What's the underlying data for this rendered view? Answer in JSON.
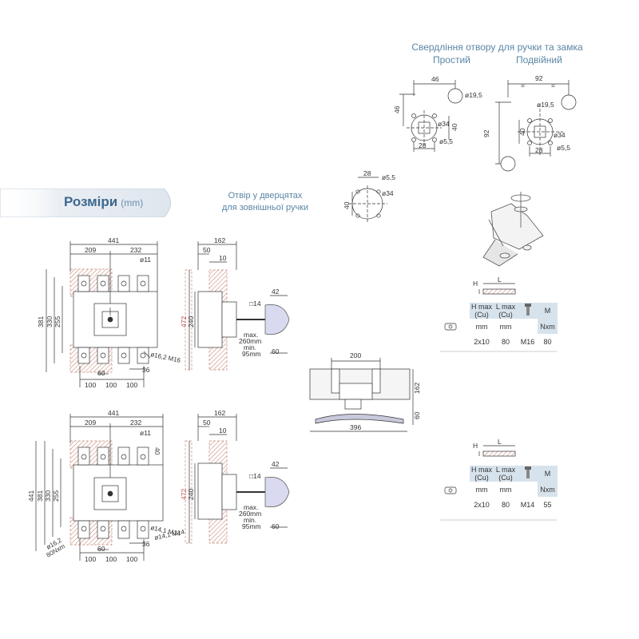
{
  "header": {
    "title": "Свердління отвору для ручки та замка",
    "simple": "Простий",
    "double": "Подвійний"
  },
  "banner": {
    "title": "Розміри",
    "unit": "(mm)"
  },
  "door_caption": {
    "line1": "Отвір у дверцятах",
    "line2": "для зовнішньої ручки"
  },
  "drill_simple": {
    "d46w": "46",
    "d46h": "46",
    "d19": "ø19,5",
    "d34": "ø34",
    "d40": "40",
    "d28": "28",
    "d55": "ø5,5"
  },
  "drill_double": {
    "d92w": "92",
    "d92h": "92",
    "d19": "ø19,5",
    "d34": "ø34",
    "d40": "40",
    "d28": "28",
    "d55": "ø5,5",
    "eq": "="
  },
  "door_hole": {
    "d28": "28",
    "d55": "ø5,5",
    "d34": "ø34",
    "d40": "40"
  },
  "top_front": {
    "w441": "441",
    "w209": "209",
    "w232": "232",
    "d11": "ø11",
    "h381": "381",
    "h330": "330",
    "h255": "255",
    "d162": "ø16,2 M16",
    "w60": "60",
    "w36": "36",
    "b100a": "100",
    "b100b": "100",
    "b100c": "100"
  },
  "top_side": {
    "w162": "162",
    "w50": "50",
    "w10": "10",
    "h472": "472",
    "h240": "240",
    "sq14": "□14",
    "w42": "42",
    "max": "max.",
    "max_v": "260mm",
    "min": "min.",
    "min_v": "95mm",
    "w60": "60"
  },
  "bottom_front": {
    "w441": "441",
    "w209": "209",
    "w232": "232",
    "d11": "ø11",
    "v40": "40",
    "h441": "441",
    "h381": "381",
    "h330": "330",
    "h255": "255",
    "d141a": "ø14,1 M14",
    "d141b": "ø14,1 M14",
    "d162": "ø16,2",
    "nm": "80Nxm",
    "w60": "60",
    "w36": "36",
    "b100a": "100",
    "b100b": "100",
    "b100c": "100"
  },
  "bottom_side": {
    "w162": "162",
    "w50": "50",
    "w10": "10",
    "h472": "472",
    "h240": "240",
    "sq14": "□14",
    "w42": "42",
    "max": "max.",
    "max_v": "260mm",
    "min": "min.",
    "min_v": "95mm",
    "w60": "60"
  },
  "handle_view": {
    "w200": "200",
    "h162": "162",
    "h60": "60",
    "w396": "396"
  },
  "terminal_table_1": {
    "headers": {
      "hmax": "H max",
      "hmax2": "(Cu)",
      "lmax": "L max",
      "lmax2": "(Cu)",
      "m": "M"
    },
    "units": {
      "hu": "mm",
      "lu": "mm",
      "mu": "Nxm"
    },
    "row": {
      "h": "2x10",
      "l": "80",
      "bolt": "M16",
      "torque": "80"
    },
    "dims": {
      "H": "H",
      "L": "L"
    }
  },
  "terminal_table_2": {
    "headers": {
      "hmax": "H max",
      "hmax2": "(Cu)",
      "lmax": "L max",
      "lmax2": "(Cu)",
      "m": "M"
    },
    "units": {
      "hu": "mm",
      "lu": "mm",
      "mu": "Nxm"
    },
    "row": {
      "h": "2x10",
      "l": "80",
      "bolt": "M14",
      "torque": "55"
    },
    "dims": {
      "H": "H",
      "L": "L"
    }
  },
  "colors": {
    "accent": "#5a86a6",
    "banner": "#3e6890",
    "line": "#333333",
    "hatch": "#c98a7a",
    "table_header": "#d7e3ec"
  }
}
